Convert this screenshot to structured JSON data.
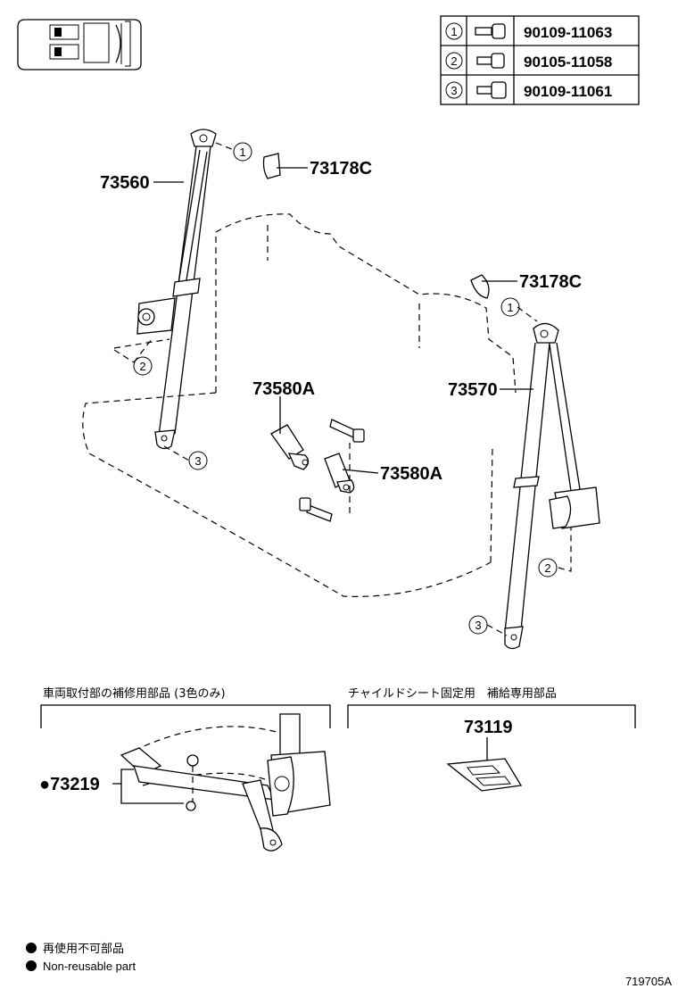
{
  "fastener_table": {
    "rows": [
      {
        "ref": "1",
        "part_no": "90109-11063"
      },
      {
        "ref": "2",
        "part_no": "90105-11058"
      },
      {
        "ref": "3",
        "part_no": "90109-11061"
      }
    ]
  },
  "callouts": {
    "left_belt": "73560",
    "left_cover": "73178C",
    "right_cover": "73178C",
    "right_belt": "73570",
    "buckle_upper": "73580A",
    "buckle_lower": "73580A",
    "bracket_kit": "●73219",
    "child_seat_bracket": "73119"
  },
  "ref_markers": {
    "left_1": "1",
    "left_2": "2",
    "left_3": "3",
    "right_1": "1",
    "right_2": "2",
    "right_3": "3"
  },
  "sections": {
    "repair_parts_title": "車両取付部の補修用部品 (3色のみ)",
    "child_seat_title": "チャイルドシート固定用　補給専用部品"
  },
  "legend": {
    "jp": "再使用不可部品",
    "en": "Non-reusable part"
  },
  "drawing_number": "719705A"
}
